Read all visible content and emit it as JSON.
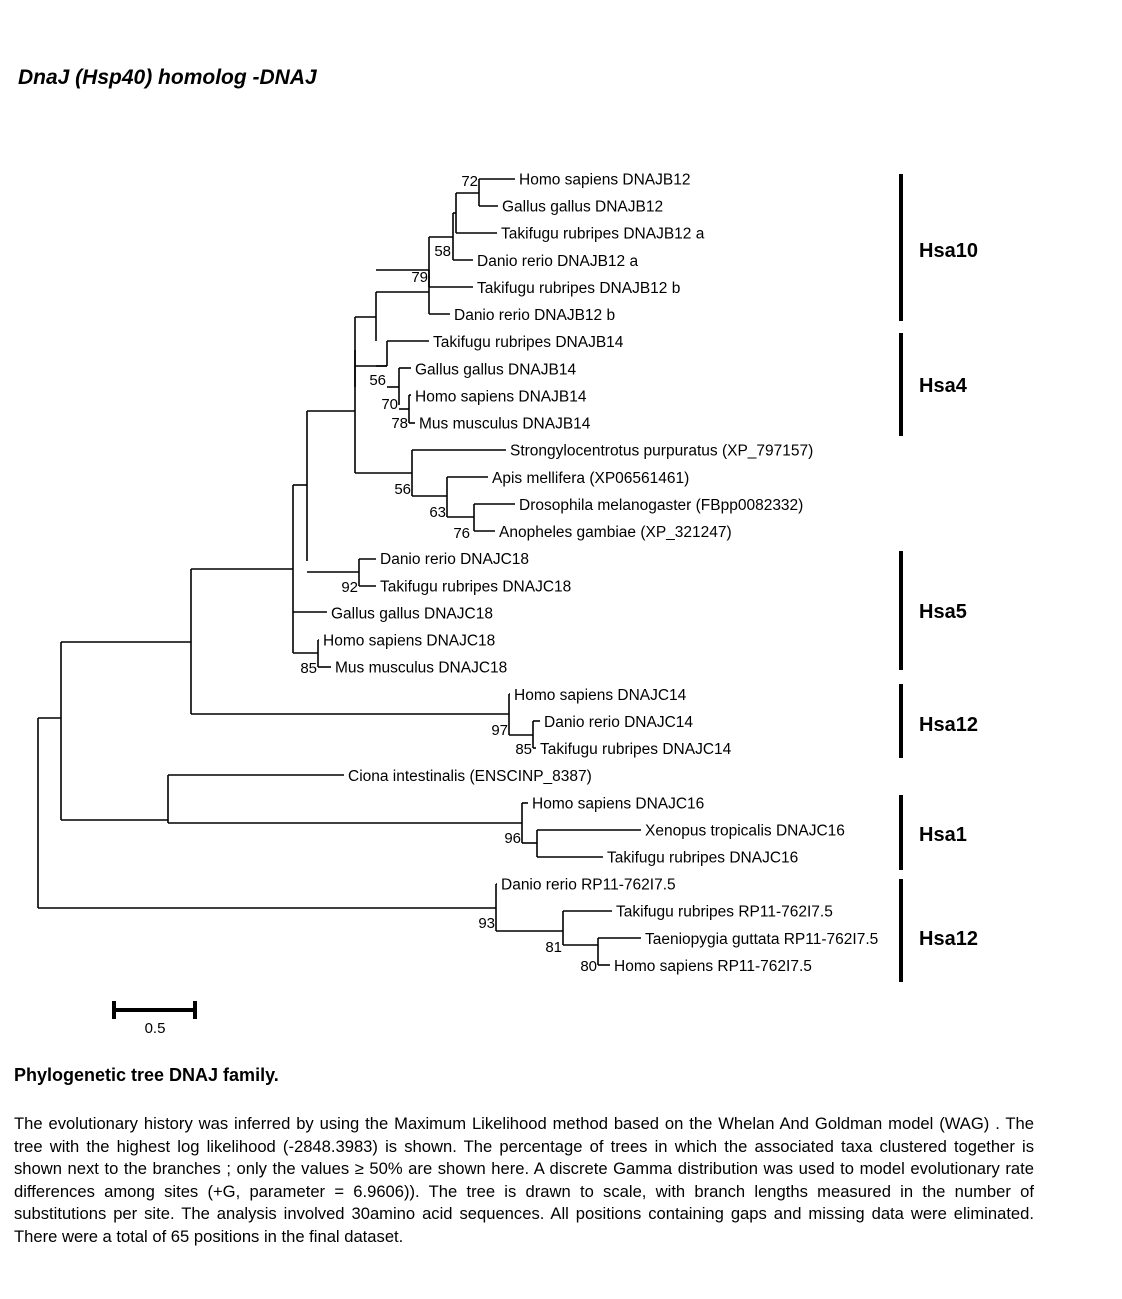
{
  "title": "DnaJ (Hsp40) homolog -DNAJ",
  "tree": {
    "taxa": [
      "Homo sapiens DNAJB12",
      "Gallus gallus DNAJB12",
      "Takifugu rubripes DNAJB12 a",
      "Danio rerio DNAJB12 a",
      "Takifugu rubripes DNAJB12 b",
      "Danio rerio DNAJB12 b",
      "Takifugu rubripes DNAJB14",
      "Gallus gallus DNAJB14",
      "Homo sapiens DNAJB14",
      "Mus musculus DNAJB14",
      "Strongylocentrotus purpuratus (XP_797157)",
      "Apis mellifera (XP06561461)",
      "Drosophila melanogaster (FBpp0082332)",
      "Anopheles gambiae (XP_321247)",
      "Danio rerio DNAJC18",
      "Takifugu rubripes DNAJC18",
      "Gallus gallus DNAJC18",
      "Homo sapiens DNAJC18",
      "Mus musculus DNAJC18",
      "Homo sapiens DNAJC14",
      "Danio rerio DNAJC14",
      "Takifugu rubripes DNAJC14",
      "Ciona intestinalis (ENSCINP_8387)",
      "Homo sapiens DNAJC16",
      "Xenopus tropicalis DNAJC16",
      "Takifugu rubripes DNAJC16",
      "Danio rerio RP11-762I7.5",
      "Takifugu rubripes RP11-762I7.5",
      "Taeniopygia guttata RP11-762I7.5",
      "Homo sapiens RP11-762I7.5"
    ],
    "bootstrap": [
      "72",
      "58",
      "79",
      "56",
      "70",
      "78",
      "56",
      "63",
      "76",
      "92",
      "85",
      "97",
      "85",
      "96",
      "93",
      "81",
      "80"
    ],
    "clades": [
      "Hsa10",
      "Hsa4",
      "Hsa5",
      "Hsa12",
      "Hsa1",
      "Hsa12"
    ],
    "scale_bar_label": "0.5"
  },
  "caption": {
    "heading": "Phylogenetic tree DNAJ family.",
    "body": "The evolutionary history was inferred by using the Maximum Likelihood method based on the Whelan And Goldman model (WAG) . The tree with the highest log likelihood (-2848.3983) is shown. The percentage of trees in which the associated taxa clustered together is shown next to the branches ; only the values ≥ 50% are shown here. A discrete Gamma distribution was used to model evolutionary rate differences among sites (+G, parameter = 6.9606)). The tree is drawn to scale, with branch lengths measured in the number of substitutions per site. The analysis involved 30amino acid sequences. All positions containing gaps and missing data were eliminated. There were a total of 65 positions in the final dataset."
  },
  "colors": {
    "ink": "#000000",
    "background": "#ffffff"
  }
}
